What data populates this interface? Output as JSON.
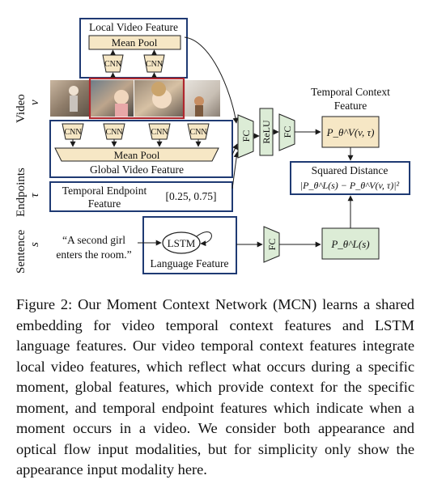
{
  "diagram": {
    "local_feature": {
      "title": "Local Video Feature",
      "pool": "Mean Pool",
      "cnn": "CNN"
    },
    "global_feature": {
      "title": "Global Video Feature",
      "pool": "Mean Pool",
      "cnn": "CNN"
    },
    "temporal_endpoint": {
      "title_line1": "Temporal Endpoint",
      "title_line2": "Feature",
      "value": "[0.25, 0.75]"
    },
    "sentence_text_line1": "“A second girl",
    "sentence_text_line2": "enters the room.”",
    "lstm": "LSTM",
    "language_feature": "Language Feature",
    "fc": "FC",
    "relu": "ReLU",
    "temporal_context_title_line1": "Temporal Context",
    "temporal_context_title_line2": "Feature",
    "temporal_context_formula": "P_θ^V(v, τ)",
    "squared_distance_title": "Squared Distance",
    "squared_distance_formula": "|P_θ^L(s) − P_θ^V(v, τ)|²",
    "language_embedding_formula": "P_θ^L(s)",
    "side_labels": {
      "video": "Video",
      "video_symbol": "v",
      "endpoints": "Endpoints",
      "endpoints_symbol": "τ",
      "sentence": "Sentence",
      "sentence_symbol": "s"
    },
    "colors": {
      "box_border": "#1f3a73",
      "pool_fill": "#f6e7c5",
      "cnn_fill": "#f6e7c5",
      "fc_fill": "#dcecd6",
      "highlight_frame": "#b0282e",
      "arrow": "#1a1a1a"
    }
  },
  "caption": "Figure 2: Our Moment Context Network (MCN) learns a shared embedding for video temporal context features and LSTM language features. Our video temporal context features integrate local video features, which reflect what occurs during a specific moment, global features, which provide context for the specific moment, and temporal endpoint features which indicate when a moment occurs in a video. We consider both appearance and optical flow input modalities, but for simplicity only show the appearance input modality here."
}
